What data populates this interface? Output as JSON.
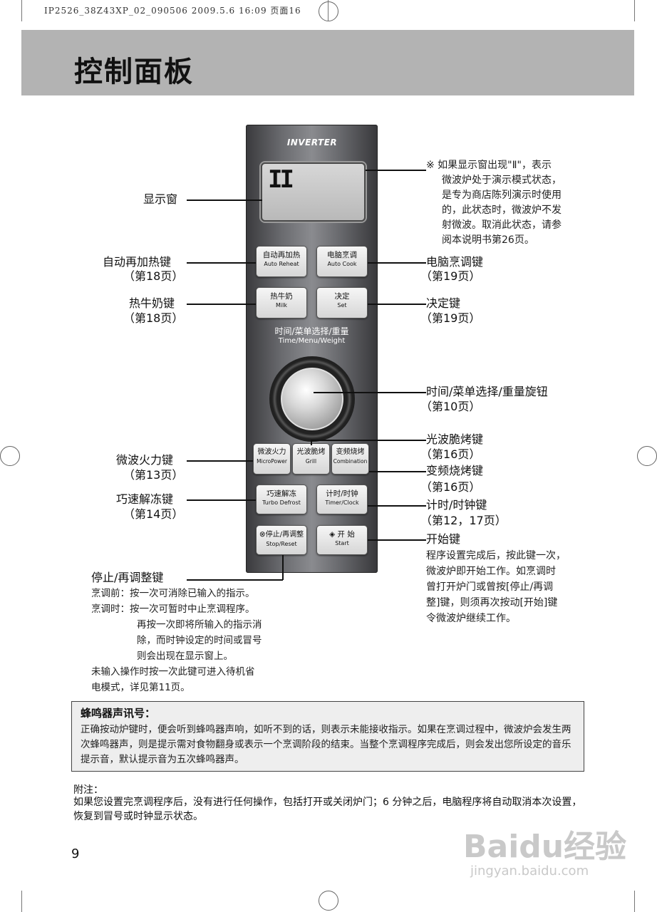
{
  "header": {
    "print_info": "IP2526_38Z43XP_02_090506  2009.5.6 16:09  页面16"
  },
  "title": "控制面板",
  "panel": {
    "brand": "INVERTER",
    "display_glyph": "II",
    "keys": {
      "auto_reheat": {
        "cn": "自动再加热",
        "en": "Auto Reheat"
      },
      "auto_cook": {
        "cn": "电脑烹调",
        "en": "Auto Cook"
      },
      "milk": {
        "cn": "热牛奶",
        "en": "Milk"
      },
      "set": {
        "cn": "决定",
        "en": "Set"
      },
      "micropower": {
        "cn": "微波火力",
        "en": "MicroPower"
      },
      "grill": {
        "cn": "光波脆烤",
        "en": "Grill"
      },
      "combination": {
        "cn": "变频烧烤",
        "en": "Combination"
      },
      "turbo_defrost": {
        "cn": "巧速解冻",
        "en": "Turbo Defrost"
      },
      "timer_clock": {
        "cn": "计时/时钟",
        "en": "Timer/Clock"
      },
      "stop_reset": {
        "cn": "停止/再调整",
        "en": "Stop/Reset"
      },
      "start": {
        "cn": "开 始",
        "en": "Start"
      }
    },
    "dial": {
      "cn": "时间/菜单选择/重量",
      "en": "Time/Menu/Weight"
    }
  },
  "callouts_left": {
    "display": {
      "label": "显示窗"
    },
    "auto_reheat": {
      "label": "自动再加热键",
      "page": "（第18页）"
    },
    "milk": {
      "label": "热牛奶键",
      "page": "（第18页）"
    },
    "micropower": {
      "label": "微波火力键",
      "page": "（第13页）"
    },
    "turbo_defrost": {
      "label": "巧速解冻键",
      "page": "（第14页）"
    },
    "stop_reset": {
      "label": "停止/再调整键"
    }
  },
  "callouts_right": {
    "auto_cook": {
      "label": "电脑烹调键",
      "page": "（第19页）"
    },
    "set": {
      "label": "决定键",
      "page": "（第19页）"
    },
    "dial": {
      "label": "时间/菜单选择/重量旋钮",
      "page": "（第10页）"
    },
    "grill": {
      "label": "光波脆烤键",
      "page": "（第16页）"
    },
    "combination": {
      "label": "变频烧烤键",
      "page": "（第16页）"
    },
    "timer_clock": {
      "label": "计时/时钟键",
      "page": "（第12，17页）"
    },
    "start": {
      "label": "开始键"
    }
  },
  "demo_note": [
    "※ 如果显示窗出现\"Ⅱ\"，表示",
    "微波炉处于演示模式状态，",
    "是专为商店陈列演示时使用",
    "的，此状态时，微波炉不发",
    "射微波。取消此状态，请参",
    "阅本说明书第26页。"
  ],
  "start_note": [
    "程序设置完成后，按此键一次，",
    "微波炉即开始工作。如烹调时",
    "曾打开炉门或曾按[停止/再调",
    "整]键，则须再次按动[开始]键",
    "令微波炉继续工作。"
  ],
  "stop_note": [
    "烹调前：按一次可消除已输入的指示。",
    "烹调时：按一次可暂时中止烹调程序。",
    "再按一次即将所输入的指示消",
    "除，而时钟设定的时间或冒号",
    "则会出现在显示窗上。",
    "未输入操作时按一次此键可进入待机省",
    "电模式，详见第11页。"
  ],
  "buzzer": {
    "title": "蜂鸣器声讯号：",
    "text": "正确按动炉键时，便会听到蜂鸣器声响，如听不到的话，则表示未能接收指示。如果在烹调过程中，微波炉会发生两次蜂鸣器声，则是提示需对食物翻身或表示一个烹调阶段的结束。当整个烹调程序完成后，则会发出您所设定的音乐提示音，默认提示音为五次蜂鸣器声。"
  },
  "footnote": {
    "title": "附注：",
    "text": "如果您设置完烹调程序后，没有进行任何操作，包括打开或关闭炉门；6 分钟之后，电脑程序将自动取消本次设置，恢复到冒号或时钟显示状态。"
  },
  "page_number": "9",
  "watermark": {
    "logo": "Baidu经验",
    "url": "jingyan.baidu.com"
  }
}
